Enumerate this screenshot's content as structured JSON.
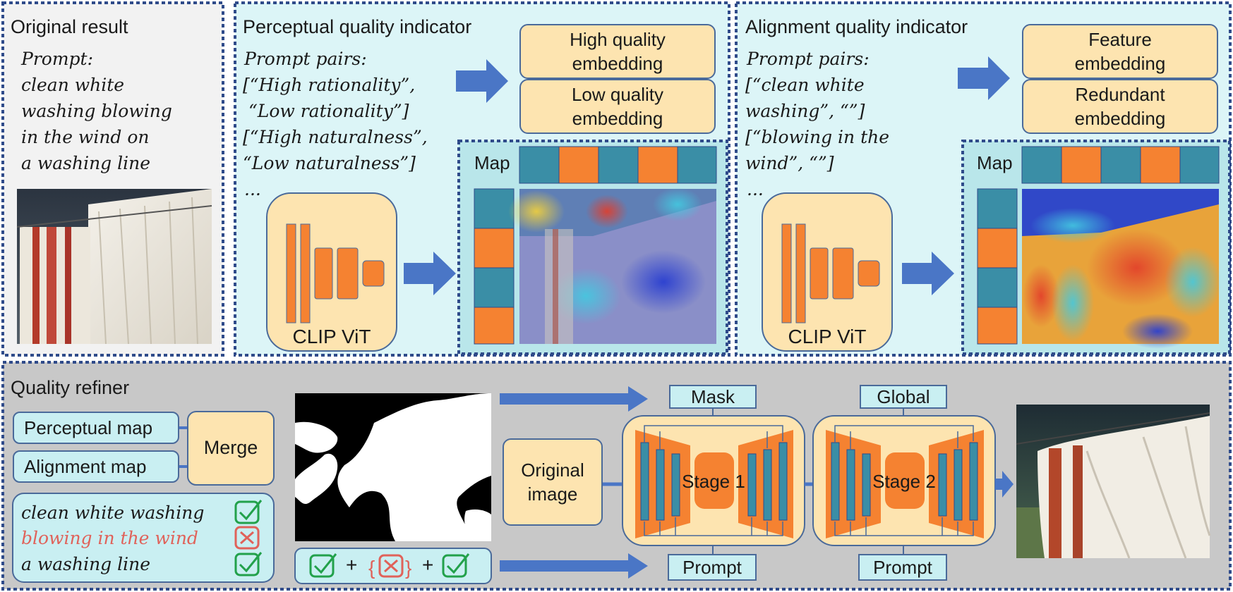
{
  "panels": {
    "original": {
      "title": "Original result",
      "prompt_label": "Prompt:",
      "prompt_lines": [
        "clean white",
        "washing blowing",
        "in the wind on",
        "a washing line"
      ]
    },
    "perceptual": {
      "title": "Perceptual quality indicator",
      "pairs_label": "Prompt pairs:",
      "pairs_lines": [
        "[“High rationality”,",
        " “Low rationality”]",
        "[“High naturalness”,",
        "“Low naturalness”]",
        "..."
      ],
      "embedding_high": "High quality embedding",
      "embedding_low": "Low quality embedding",
      "map_label": "Map",
      "encoder_label": "CLIP ViT"
    },
    "alignment": {
      "title": "Alignment quality indicator",
      "pairs_label": "Prompt pairs:",
      "pairs_lines": [
        "[“clean white",
        "washing”, “”]",
        "[“blowing in the",
        "wind”, “”]",
        "..."
      ],
      "embedding_feature": "Feature embedding",
      "embedding_redundant": "Redundant embedding",
      "map_label": "Map",
      "encoder_label": "CLIP ViT"
    },
    "refiner": {
      "title": "Quality refiner",
      "perceptual_map": "Perceptual map",
      "alignment_map": "Alignment map",
      "merge": "Merge",
      "checks": [
        {
          "text": "clean white washing",
          "ok": true
        },
        {
          "text": "blowing in the wind",
          "ok": false
        },
        {
          "text": "a washing line",
          "ok": true
        }
      ],
      "formula_plus": "+",
      "original_image": "Original image",
      "mask": "Mask",
      "global": "Global",
      "prompt_1": "Prompt",
      "prompt_2": "Prompt",
      "stage_1": "Stage 1",
      "stage_2": "Stage 2"
    }
  },
  "colors": {
    "panel_white": "#f2f2f2",
    "panel_cyan": "#dcf5f7",
    "panel_gray": "#c8c8c8",
    "dotted_border": "#2f4b8a",
    "orange": "#f58231",
    "teal": "#3a8ea6",
    "embedding_fill": "#fde4b0",
    "arrow_blue": "#4a76c6",
    "check_green": "#22a14b",
    "cross_red": "#e0625a"
  }
}
